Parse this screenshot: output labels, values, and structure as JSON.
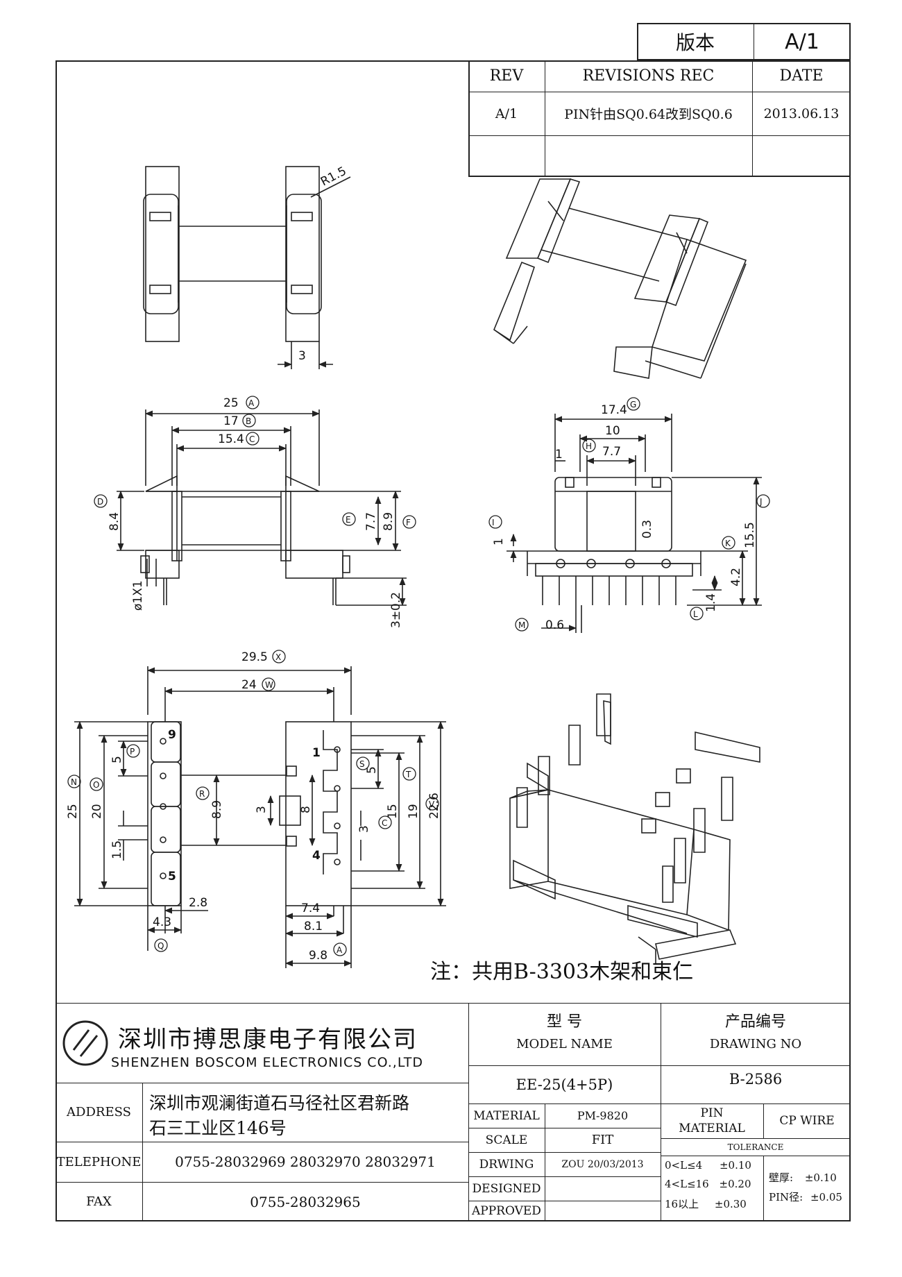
{
  "version_box": {
    "label": "版本",
    "value": "A/1"
  },
  "revisions": {
    "headers": [
      "REV",
      "REVISIONS REC",
      "DATE"
    ],
    "rows": [
      {
        "rev": "A/1",
        "rec": "PIN针由SQ0.64改到SQ0.6",
        "date": "2013.06.13"
      }
    ]
  },
  "dimensions": {
    "top_view": [
      "R1.5",
      "3"
    ],
    "front_view": [
      "25",
      "A",
      "17",
      "B",
      "15.4",
      "C",
      "D",
      "8.4",
      "E",
      "7.7",
      "8.9",
      "F",
      "ø1X1",
      "3±0.2"
    ],
    "side_view": [
      "17.4",
      "G",
      "10",
      "H",
      "7.7",
      "1",
      "I",
      "1",
      "0.3",
      "J",
      "15.5",
      "K",
      "4.2",
      "1.4",
      "L",
      "M",
      "0.6"
    ],
    "bottom_view": [
      "29.5",
      "X",
      "24",
      "W",
      "5",
      "P",
      "N",
      "25",
      "O",
      "20",
      "1.5",
      "R",
      "8.9",
      "3",
      "8",
      "S",
      "5",
      "C",
      "15",
      "3",
      "T",
      "19",
      "V",
      "22.6",
      "2.8",
      "4.3",
      "Q",
      "7.4",
      "8.1",
      "9.8",
      "A",
      "9",
      "5",
      "1",
      "4"
    ]
  },
  "note": "注：共用B-3303木架和束仁",
  "company": {
    "name_cn": "深圳市搏思康电子有限公司",
    "name_en": "SHENZHEN BOSCOM ELECTRONICS CO.,LTD"
  },
  "title_block": {
    "model_label_cn": "型    号",
    "model_label_en": "MODEL NAME",
    "model_value": "EE-25(4+5P)",
    "drawing_label_cn": "产品编号",
    "drawing_label_en": "DRAWING NO",
    "drawing_value": "B-2586",
    "address_label": "ADDRESS",
    "address_line1": "深圳市观澜街道石马径社区君新路",
    "address_line2": "石三工业区146号",
    "telephone_label": "TELEPHONE",
    "telephone_value": "0755-28032969 28032970 28032971",
    "fax_label": "FAX",
    "fax_value": "0755-28032965",
    "material_label": "MATERIAL",
    "material_value": "PM-9820",
    "scale_label": "SCALE",
    "scale_value": "FIT",
    "drwing_label": "DRWING",
    "drwing_value": "ZOU 20/03/2013",
    "designed_label": "DESIGNED",
    "approved_label": "APPROVED",
    "pin_material_label_1": "PIN",
    "pin_material_label_2": "MATERIAL",
    "pin_material_value": "CP WIRE",
    "tolerance_label": "TOLERANCE",
    "tol_rows": [
      {
        "range": "0<L≤4",
        "value": "±0.10"
      },
      {
        "range": "4<L≤16",
        "value": "±0.20"
      },
      {
        "range": "16以上",
        "value": "±0.30"
      }
    ],
    "wall_label": "壁厚:",
    "wall_value": "±0.10",
    "pin_dia_label": "PIN径:",
    "pin_dia_value": "±0.05"
  }
}
